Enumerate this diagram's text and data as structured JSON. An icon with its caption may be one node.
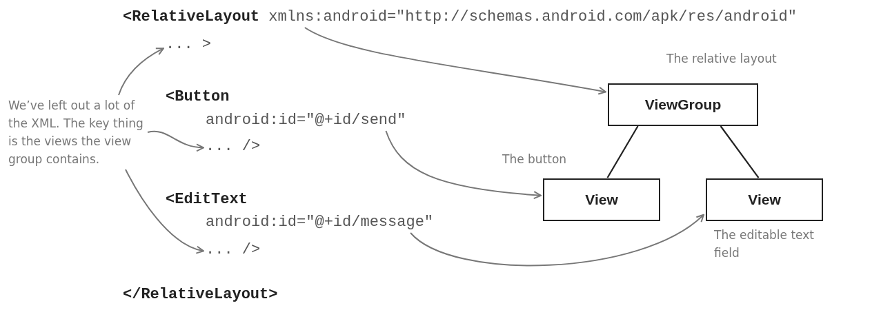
{
  "diagram": {
    "nodes": [
      {
        "text": [
          "<RelativeLayout xmlns:android=\"http://schemas.android.com/apk/res/android\""
        ]
      },
      {
        "text": [
          "... >"
        ]
      },
      {
        "text": [
          "android:id=\"@+id/send\""
        ]
      },
      {
        "text": [
          "... />"
        ]
      },
      {
        "text": [
          "android:id=\"@+id/message\""
        ]
      },
      {
        "text": [
          "... />"
        ]
      },
      {
        "text": [
          "We’ve left out a lot of the XML. The key thing is the views the view group contains."
        ]
      },
      {
        "text": [
          "ViewGroup"
        ],
        "beside": [
          "The relative layout"
        ]
      },
      {
        "text": [
          "View"
        ],
        "beside": [
          "The button"
        ]
      },
      {
        "text": [
          "View"
        ],
        "beside": [
          "The editable text field"
        ]
      }
    ],
    "edges": [
      {
        "from": 6,
        "to": 1,
        "arrow": "to"
      },
      {
        "from": 6,
        "to": 3,
        "arrow": "to"
      },
      {
        "from": 6,
        "to": 5,
        "arrow": "to"
      },
      {
        "from": 0,
        "to": 7,
        "arrow": "to"
      },
      {
        "from": 2,
        "to": 8,
        "arrow": "to"
      },
      {
        "from": 4,
        "to": 9,
        "arrow": "to"
      },
      {
        "from": 7,
        "to": 8,
        "arrow": "none"
      },
      {
        "from": 7,
        "to": 9,
        "arrow": "none"
      }
    ],
    "labels": [
      "<Button",
      "<EditText",
      "</RelativeLayout>"
    ]
  }
}
